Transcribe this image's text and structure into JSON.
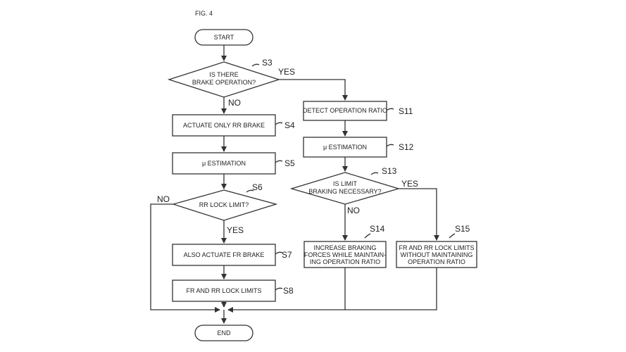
{
  "figure_label": "FIG. 4",
  "nodes": {
    "start": "START",
    "s3_line1": "IS THERE",
    "s3_line2": "BRAKE OPERATION?",
    "s4": "ACTUATE ONLY RR BRAKE",
    "s5": "μ ESTIMATION",
    "s6": "RR LOCK LIMIT?",
    "s7": "ALSO ACTUATE FR BRAKE",
    "s8": "FR AND RR LOCK LIMITS",
    "s11": "DETECT OPERATION RATIO",
    "s12": "μ ESTIMATION",
    "s13_line1": "IS LIMIT",
    "s13_line2": "BRAKING NECESSARY?",
    "s14_line1": "INCREASE BRAKING",
    "s14_line2": "FORCES WHILE MAINTAIN-",
    "s14_line3": "ING OPERATION RATIO",
    "s15_line1": "FR AND RR LOCK LIMITS",
    "s15_line2": "WITHOUT MAINTAINING",
    "s15_line3": "OPERATION RATIO",
    "end": "END"
  },
  "step_labels": {
    "s3": "S3",
    "s4": "S4",
    "s5": "S5",
    "s6": "S6",
    "s7": "S7",
    "s8": "S8",
    "s11": "S11",
    "s12": "S12",
    "s13": "S13",
    "s14": "S14",
    "s15": "S15"
  },
  "branches": {
    "s3_yes": "YES",
    "s3_no": "NO",
    "s6_no": "NO",
    "s6_yes": "YES",
    "s13_yes": "YES",
    "s13_no": "NO"
  }
}
